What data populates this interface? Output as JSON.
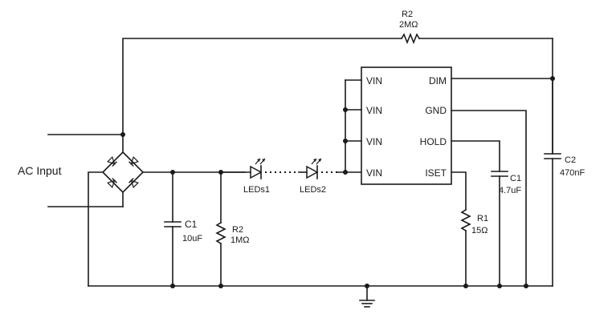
{
  "labels": {
    "ac_input": "AC Input",
    "c1_left": {
      "name": "C1",
      "value": "10uF"
    },
    "r2_left": {
      "name": "R2",
      "value": "1MΩ"
    },
    "r2_top": {
      "name": "R2",
      "value": "2MΩ"
    },
    "led1": "LEDs1",
    "led2": "LEDs2",
    "r1": {
      "name": "R1",
      "value": "15Ω"
    },
    "c1_right": {
      "name": "C1",
      "value": "4.7uF"
    },
    "c2": {
      "name": "C2",
      "value": "470nF"
    }
  },
  "ic": {
    "left_pins": [
      "VIN",
      "VIN",
      "VIN",
      "VIN"
    ],
    "right_pins": [
      "DIM",
      "GND",
      "HOLD",
      "ISET"
    ]
  }
}
